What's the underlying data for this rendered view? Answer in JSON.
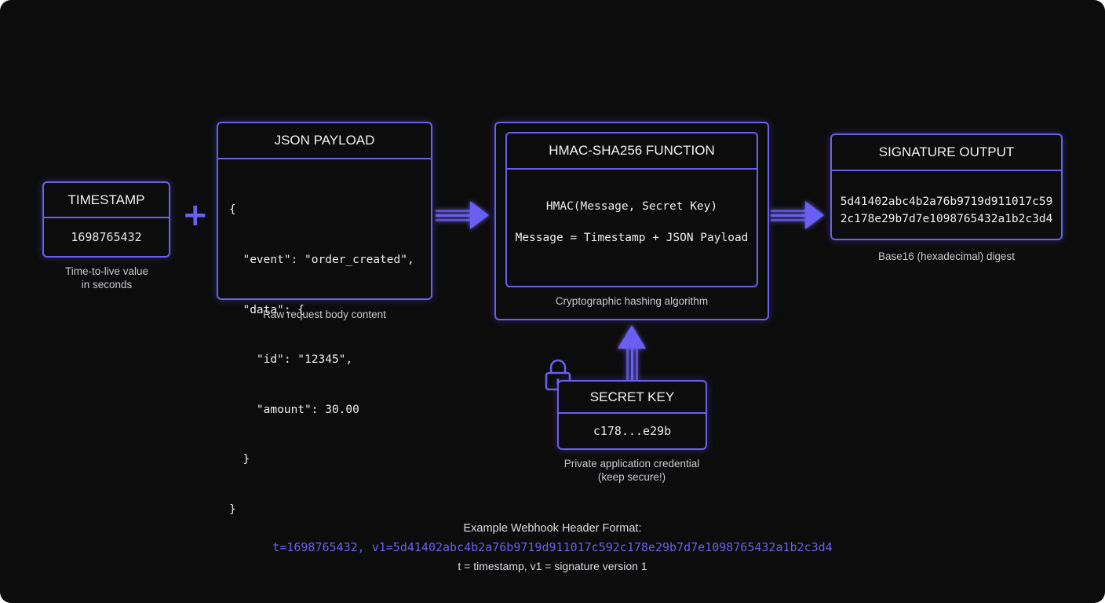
{
  "timestamp": {
    "title": "TIMESTAMP",
    "value": "1698765432",
    "caption_line1": "Time-to-live value",
    "caption_line2": "in seconds"
  },
  "operator_plus": "+",
  "payload": {
    "title": "JSON PAYLOAD",
    "lines": [
      "{",
      "  \"event\": \"order_created\",",
      "  \"data\": {",
      "    \"id\": \"12345\",",
      "    \"amount\": 30.00",
      "  }",
      "}"
    ],
    "caption": "Raw request body content"
  },
  "hmac": {
    "title": "HMAC-SHA256 FUNCTION",
    "formula": "HMAC(Message, Secret Key)",
    "message_def": "Message = Timestamp + JSON Payload",
    "caption": "Cryptographic hashing algorithm"
  },
  "signature": {
    "title": "SIGNATURE OUTPUT",
    "line1": "5d41402abc4b2a76b9719d911017c59",
    "line2": "2c178e29b7d7e1098765432a1b2c3d4",
    "caption": "Base16 (hexadecimal) digest"
  },
  "secret": {
    "title": "SECRET KEY",
    "value": "c178...e29b",
    "caption_line1": "Private application credential",
    "caption_line2": "(keep secure!)",
    "icon": "lock-icon"
  },
  "header_example": {
    "title": "Example Webhook Header Format:",
    "code": "t=1698765432, v1=5d41402abc4b2a76b9719d911017c592c178e29b7d7e1098765432a1b2c3d4",
    "note": "t = timestamp, v1 = signature version 1"
  },
  "colors": {
    "accent": "#6b5ff0",
    "background": "#0c0c0d",
    "text": "#e8e8ec"
  }
}
